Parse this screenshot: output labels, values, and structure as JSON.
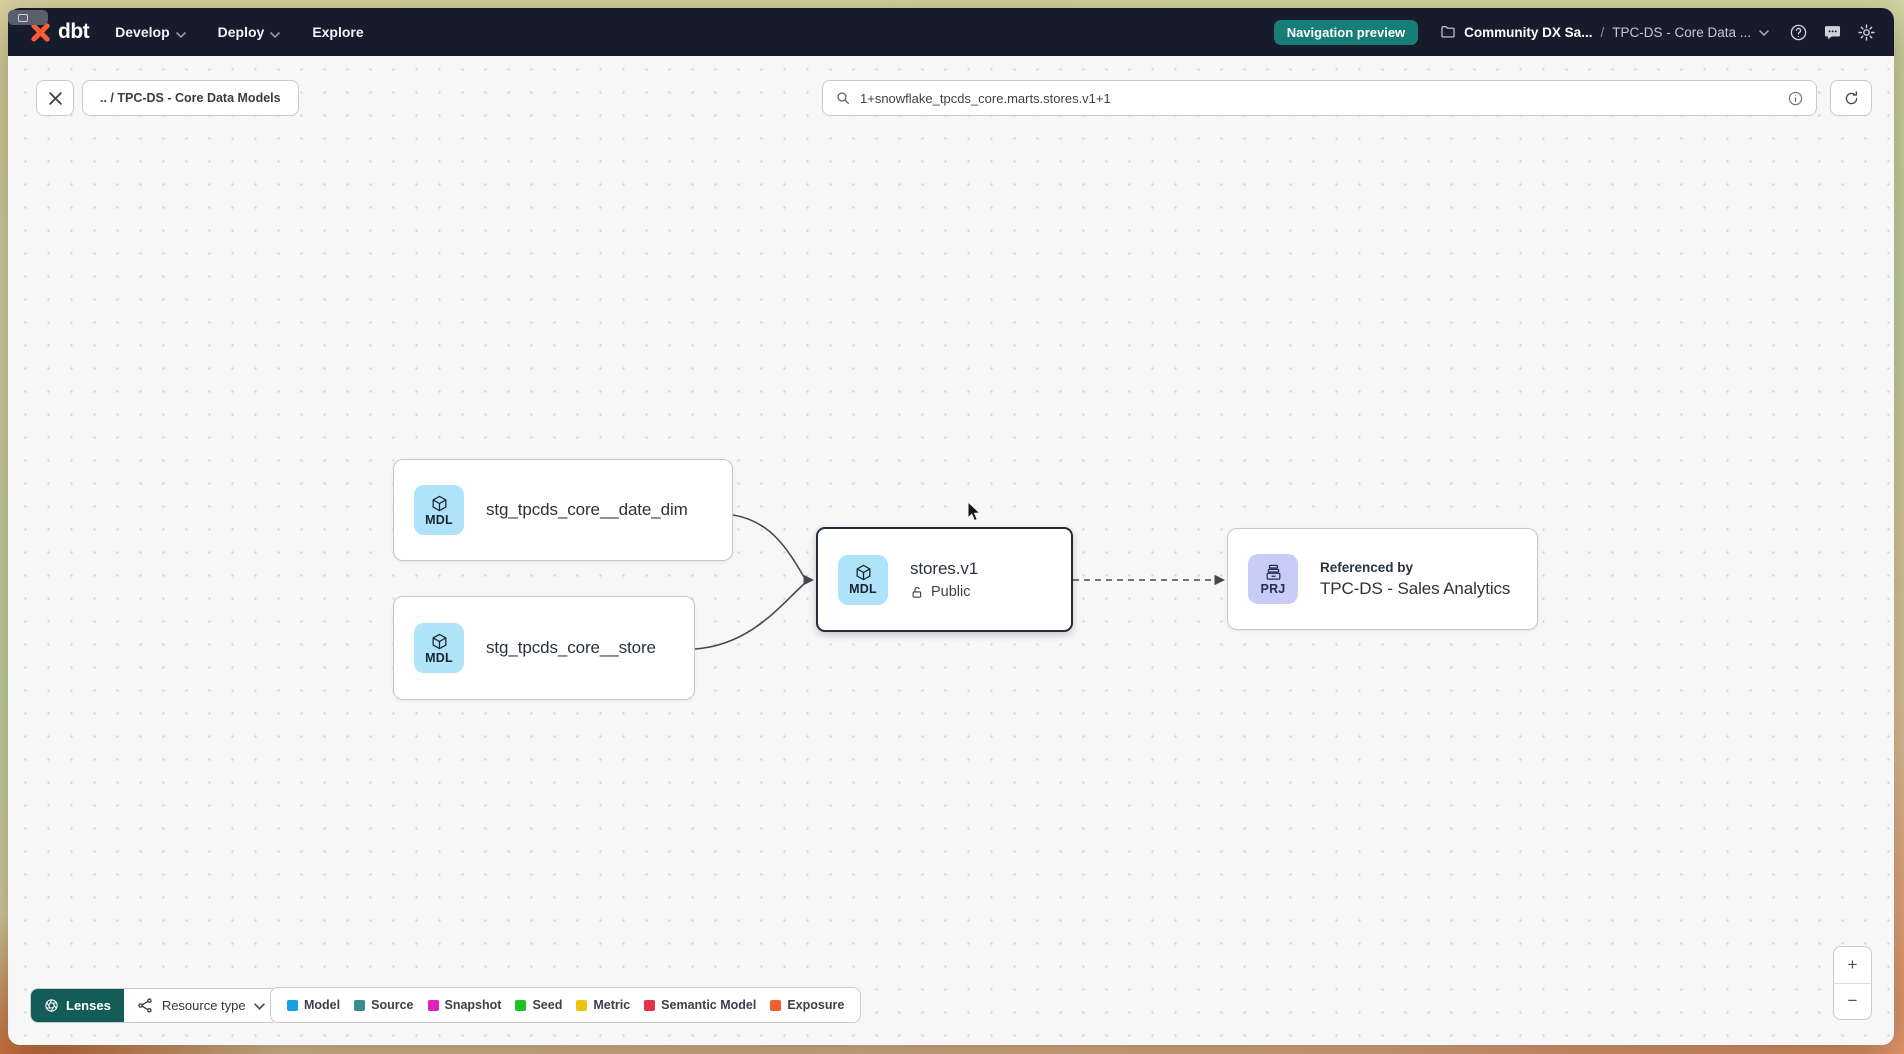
{
  "app": {
    "logo_text": "dbt"
  },
  "navbar": {
    "menus": [
      {
        "label": "Develop",
        "has_chevron": true
      },
      {
        "label": "Deploy",
        "has_chevron": true
      },
      {
        "label": "Explore",
        "has_chevron": false
      }
    ],
    "preview_badge": "Navigation preview",
    "breadcrumb": {
      "project": "Community DX Sa...",
      "separator": "/",
      "section": "TPC-DS - Core Data ..."
    }
  },
  "toolbar": {
    "path_chip": ".. / TPC-DS - Core Data Models",
    "search_value": "1+snowflake_tpcds_core.marts.stores.v1+1"
  },
  "graph": {
    "nodes": [
      {
        "badge": "MDL",
        "label": "stg_tpcds_core__date_dim"
      },
      {
        "badge": "MDL",
        "label": "stg_tpcds_core__store"
      },
      {
        "badge": "MDL",
        "label": "stores.v1",
        "access_label": "Public",
        "selected": true
      },
      {
        "badge": "PRJ",
        "sublabel": "Referenced by",
        "label": "TPC-DS - Sales Analytics"
      }
    ]
  },
  "footer": {
    "lenses_label": "Lenses",
    "resource_type_label": "Resource type",
    "legend": [
      {
        "label": "Model",
        "color": "#14a0e8"
      },
      {
        "label": "Source",
        "color": "#368f8c"
      },
      {
        "label": "Snapshot",
        "color": "#e020c0"
      },
      {
        "label": "Seed",
        "color": "#1dc424"
      },
      {
        "label": "Metric",
        "color": "#efc310"
      },
      {
        "label": "Semantic Model",
        "color": "#e5314b"
      },
      {
        "label": "Exposure",
        "color": "#f05f2d"
      }
    ]
  },
  "zoom_controls": {
    "zoom_in": "+",
    "zoom_out": "−"
  },
  "colors": {
    "navbar_bg": "#161c2b",
    "accent_teal": "#177d78",
    "lenses_teal": "#135c57",
    "brand_orange": "#ff5c35",
    "model_badge_bg": "#aee3f9",
    "project_badge_bg": "#c7cdf6",
    "edge": "#3f4a55"
  }
}
